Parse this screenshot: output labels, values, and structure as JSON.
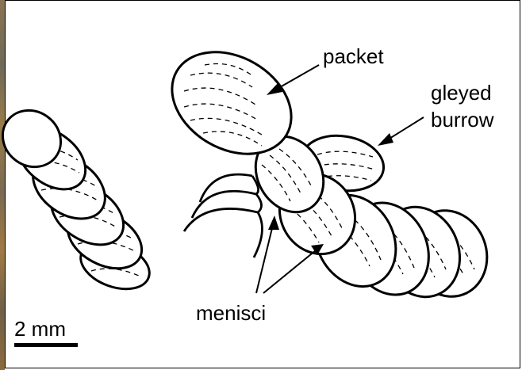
{
  "labels": {
    "packet": "packet",
    "gleyed_line1": "gleyed",
    "gleyed_line2": "burrow",
    "menisci": "menisci"
  },
  "scale_bar": {
    "label": "2 mm"
  },
  "colors": {
    "ink": "#000000",
    "background": "#ffffff",
    "edge_strip": "#8a7352"
  }
}
